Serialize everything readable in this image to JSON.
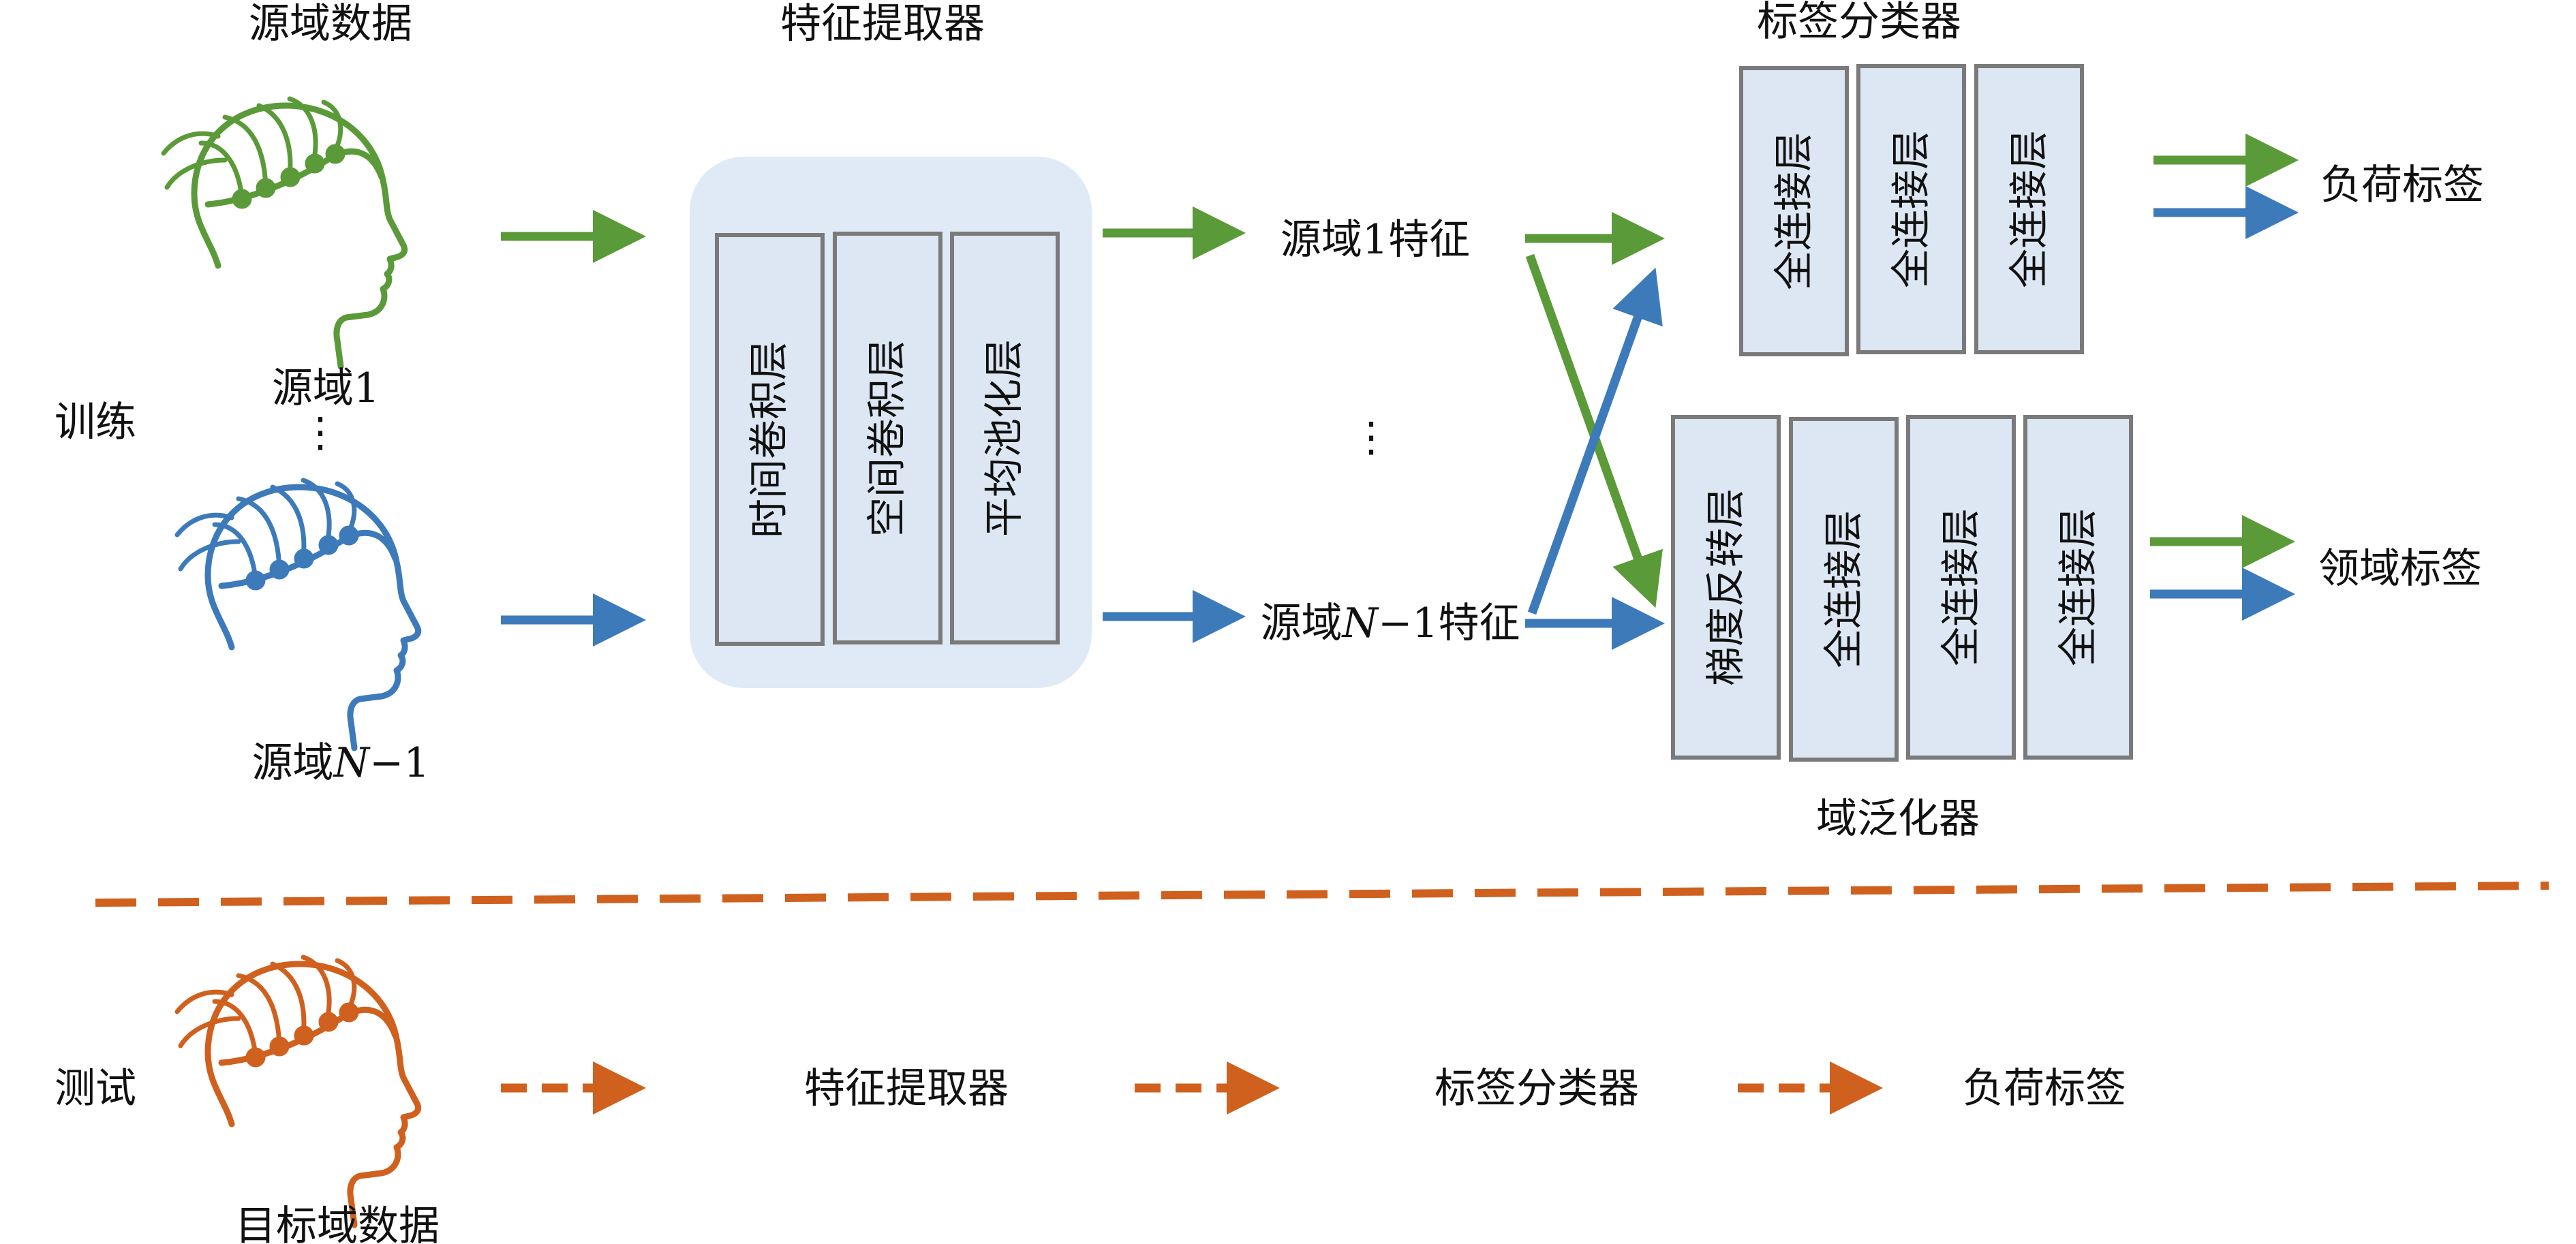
{
  "colors": {
    "green": "#5a9a38",
    "blue": "#3d7aba",
    "orange": "#d0601e",
    "box_fill": "#dce7f3",
    "box_stroke": "#7a7a7a",
    "panel_fill": "#dfeaf6"
  },
  "icons": {
    "source1": "brain-eeg-head-icon",
    "sourceN": "brain-eeg-head-icon",
    "target": "brain-eeg-head-icon"
  },
  "headers": {
    "source_data": "源域数据",
    "feature_extractor": "特征提取器",
    "label_classifier": "标签分类器",
    "domain_generalizer": "域泛化器"
  },
  "side_labels": {
    "train": "训练",
    "test": "测试"
  },
  "sources": {
    "source1": "源域1",
    "ellipsis": "⋮",
    "sourceN_prefix": "源域",
    "sourceN_var": "N",
    "sourceN_suffix": "−1"
  },
  "extractor_layers": [
    "时间卷积层",
    "空间卷积层",
    "平均池化层"
  ],
  "features": {
    "f1": "源域1特征",
    "ellipsis": "⋮",
    "fN_prefix": "源域",
    "fN_var": "N",
    "fN_suffix": "−1特征"
  },
  "classifier_layers": [
    "全连接层",
    "全连接层",
    "全连接层"
  ],
  "generalizer_layers": [
    "梯度反转层",
    "全连接层",
    "全连接层",
    "全连接层"
  ],
  "outputs": {
    "load_label": "负荷标签",
    "domain_label": "领域标签"
  },
  "test_flow": {
    "target_data": "目标域数据",
    "feature_extractor": "特征提取器",
    "label_classifier": "标签分类器",
    "load_label": "负荷标签"
  }
}
